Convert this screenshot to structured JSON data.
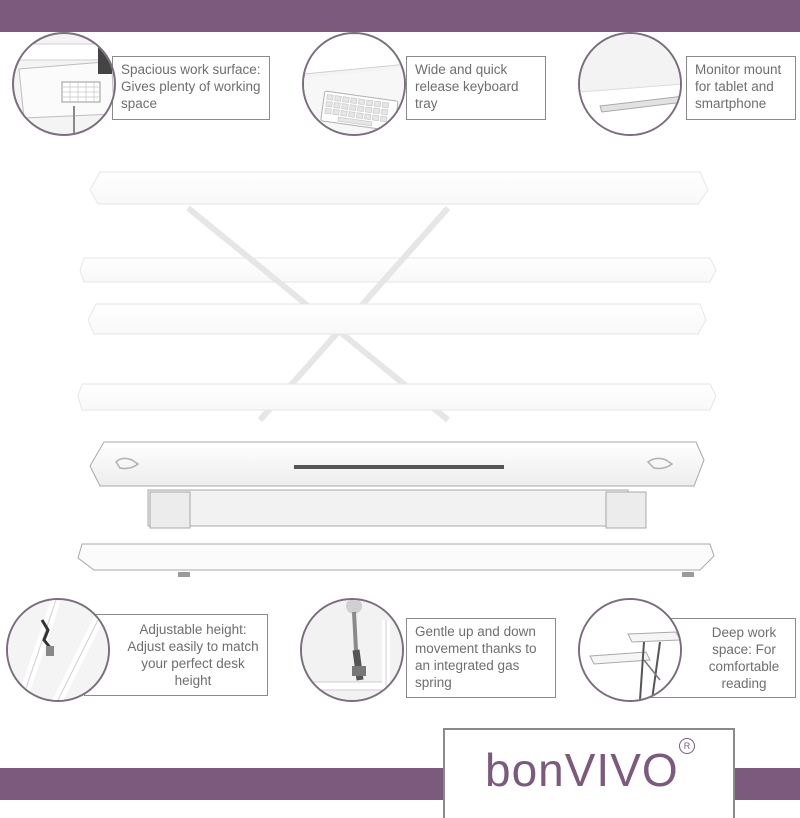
{
  "colors": {
    "accent": "#7b5a7e",
    "logo": "#7b5a7e",
    "callout_border": "#8a8a8a",
    "text": "#6e6e6e"
  },
  "features_top": [
    {
      "icon": "keyboard-desk-icon",
      "text": "Spacious work surface: Gives plenty of working space"
    },
    {
      "icon": "keyboard-icon",
      "text": "Wide and quick release keyboard tray"
    },
    {
      "icon": "monitor-slot-icon",
      "text": "Monitor mount for tablet and smartphone"
    }
  ],
  "features_bottom": [
    {
      "icon": "height-frame-icon",
      "text": "Adjustable height: Adjust easily to match your perfect desk height"
    },
    {
      "icon": "gas-spring-icon",
      "text": "Gentle up and down movement thanks to an integrated gas spring"
    },
    {
      "icon": "deep-workspace-icon",
      "text": "Deep work space: For comfortable reading"
    }
  ],
  "logo": {
    "word_start": "bon",
    "word_end": "VIVO",
    "mark": "R"
  }
}
